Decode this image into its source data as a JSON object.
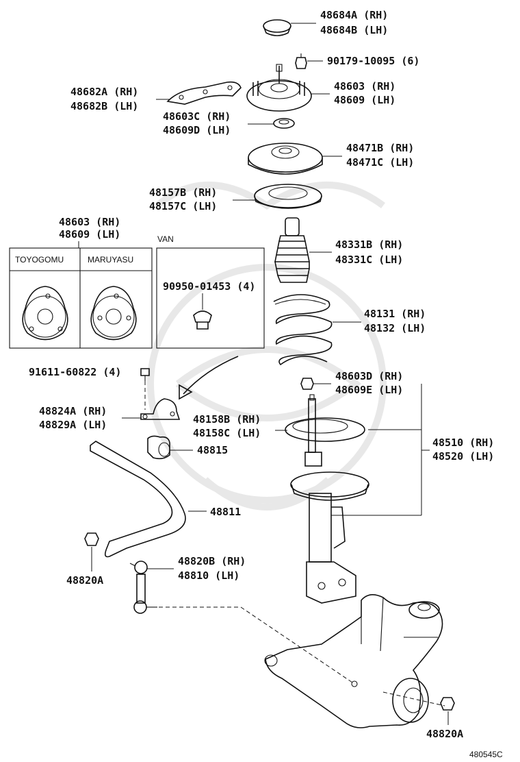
{
  "labels": {
    "p48684": [
      "48684A (RH)",
      "48684B (LH)"
    ],
    "p90179": [
      "90179-10095 (6)"
    ],
    "p48682": [
      "48682A (RH)",
      "48682B (LH)"
    ],
    "p48603": [
      "48603 (RH)",
      "48609 (LH)"
    ],
    "p48603c": [
      "48603C (RH)",
      "48609D (LH)"
    ],
    "p48471": [
      "48471B (RH)",
      "48471C (LH)"
    ],
    "p48157": [
      "48157B (RH)",
      "48157C (LH)"
    ],
    "p48603b": [
      "48603 (RH)",
      "48609 (LH)"
    ],
    "p48331": [
      "48331B (RH)",
      "48331C (LH)"
    ],
    "p90950": [
      "90950-01453 (4)"
    ],
    "p48131": [
      "48131 (RH)",
      "48132 (LH)"
    ],
    "p91611": [
      "91611-60822 (4)"
    ],
    "p48603d": [
      "48603D (RH)",
      "48609E (LH)"
    ],
    "p48824": [
      "48824A (RH)",
      "48829A (LH)"
    ],
    "p48158": [
      "48158B (RH)",
      "48158C (LH)"
    ],
    "p48510": [
      "48510 (RH)",
      "48520 (LH)"
    ],
    "p48815": [
      "48815"
    ],
    "p48811": [
      "48811"
    ],
    "p48820a": [
      "48820A"
    ],
    "p48820b": [
      "48820B (RH)",
      "48810 (LH)"
    ],
    "p48820a2": [
      "48820A"
    ]
  },
  "box": {
    "toyogomu": "TOYOGOMU",
    "maruyasu": "MARUYASU",
    "van": "VAN"
  },
  "figure_id": "480545C"
}
